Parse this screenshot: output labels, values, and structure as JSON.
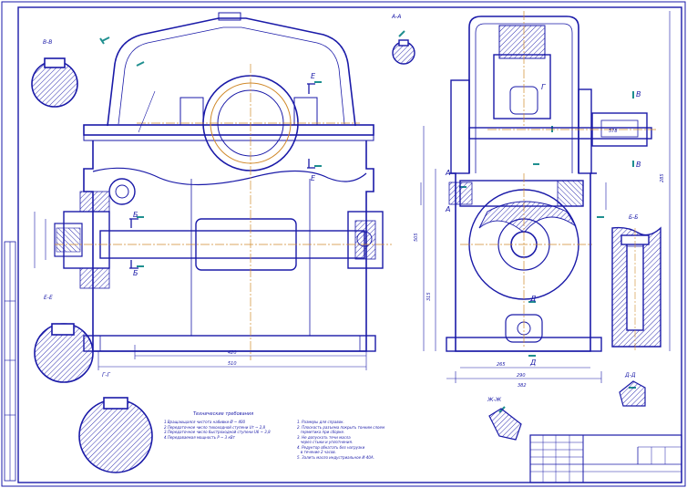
{
  "section_labels": {
    "shaft_top_left": "В-В",
    "shaft_top_right": "А-А",
    "shaft_mid_left": "Е-Е",
    "shaft_bottom_left": "Г-Г",
    "section_bolt": "Б-Б",
    "section_d": "Д-Д",
    "section_zh": "Ж-Ж"
  },
  "cutting_marks": {
    "e": "Е",
    "b": "Б",
    "v": "В",
    "g": "Г",
    "a": "А",
    "d": "Д"
  },
  "dimensions": {
    "bottom_inner": "420",
    "bottom_outer": "510",
    "side_height": "505",
    "side_lower": "315",
    "side_base": "285",
    "side_width_1": "265",
    "side_width_2": "290",
    "side_width_3": "382",
    "right_total": "578"
  },
  "notes": {
    "title": "Технические требования",
    "left_items": [
      "1.Вращающаяся чистота набивки Ø ~ 400",
      "2.Передаточное число тихоходной ступени Uт ~ 2,8",
      "3.Передаточное число быстроходной ступени Uб ~ 3,8",
      "4.Передаваемая мощность P ~ 3 кВт"
    ],
    "right_items": [
      "1. Размеры для справок.",
      "2. Плоскость разъема покрыть тонким слоем",
      "   герметика при сборке.",
      "3. Не допускать течи масла",
      "   через стыки и уплотнения.",
      "4. Редуктор обкатать без нагрузки",
      "   в течение 2 часов.",
      "5. Залить масло индустриальное И-40А."
    ]
  }
}
